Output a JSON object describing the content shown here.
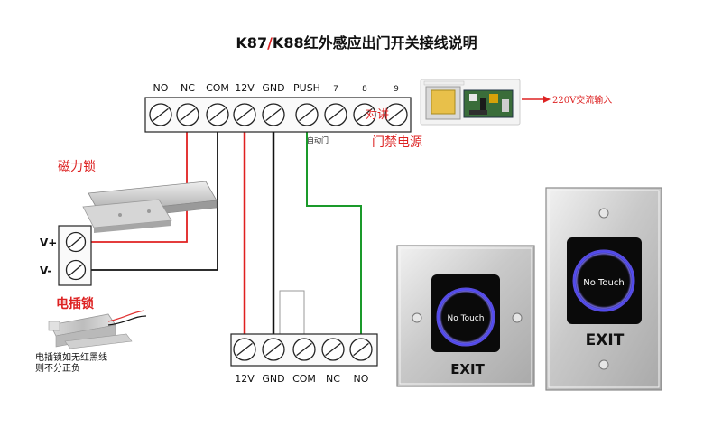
{
  "title": {
    "part1": "K87",
    "slash": "/",
    "part2": "K88红外感应出门开关接线说明"
  },
  "top_terminal": {
    "labels": [
      "NO",
      "NC",
      "COM",
      "12V",
      "GND",
      "PUSH",
      "7",
      "8",
      "9"
    ],
    "note_auto_door": "自动门",
    "intercom_label": "对讲",
    "power_label": "门禁电源",
    "ac_input_label": "220V交流输入"
  },
  "mag_lock": {
    "label": "磁力锁",
    "plus": "V+",
    "minus": "V-"
  },
  "electric_bolt": {
    "label": "电插锁",
    "note_line1": "电插锁如无红黑线",
    "note_line2": "则不分正负"
  },
  "bottom_terminal": {
    "labels": [
      "12V",
      "GND",
      "COM",
      "NC",
      "NO"
    ]
  },
  "exit_switch_square": {
    "sensor_text": "No Touch",
    "exit_text": "EXIT"
  },
  "exit_switch_tall": {
    "sensor_text": "No Touch",
    "exit_text": "EXIT"
  },
  "colors": {
    "red_wire": "#e02020",
    "black_wire": "#111111",
    "green_wire": "#1a9a2a",
    "accent": "#d22222"
  }
}
